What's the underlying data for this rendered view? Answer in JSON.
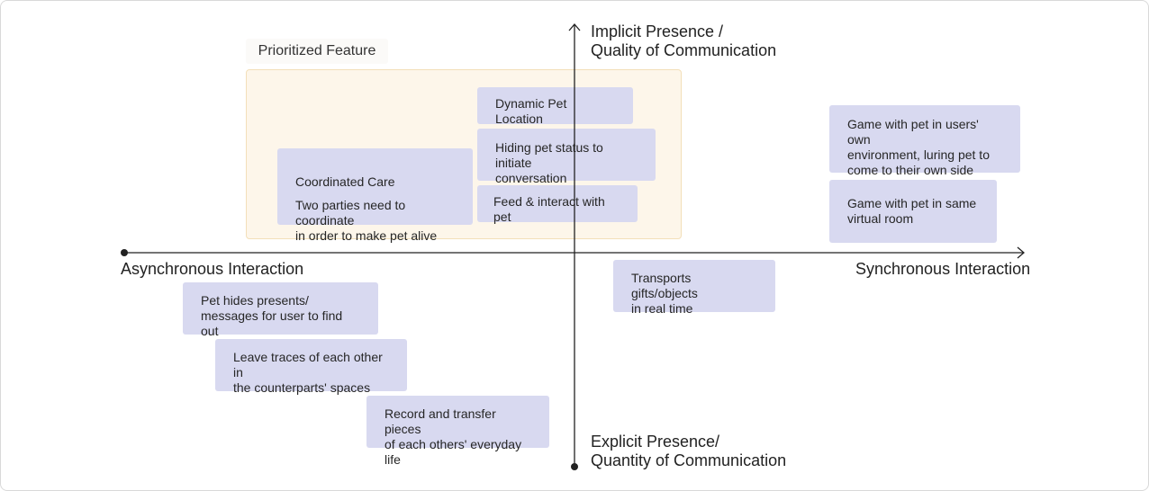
{
  "axes": {
    "top_label": "Implicit Presence /\nQuality of Communication",
    "bottom_label": "Explicit Presence/\nQuantity of Communication",
    "left_label": "Asynchronous Interaction",
    "right_label": "Synchronous Interaction"
  },
  "legend": {
    "prioritized_label": "Prioritized Feature"
  },
  "colors": {
    "card": "#d8d9f0",
    "highlight": "#fdf6ea",
    "axis": "#222222"
  },
  "cards": {
    "dynamic_pet_location": "Dynamic Pet Location",
    "hiding_pet_status": "Hiding pet status to initiate\nconversation",
    "feed_interact": "Feed & interact with pet",
    "coordinated_care_title": "Coordinated Care",
    "coordinated_care_desc": "Two parties need to coordinate\nin order to make pet alive",
    "game_own_environment": "Game with pet in users' own\nenvironment, luring pet to\ncome to their own side",
    "game_same_room": "Game with pet in same\nvirtual room",
    "transports_gifts": "Transports gifts/objects\nin real time",
    "pet_hides_presents": "Pet hides presents/\nmessages for user to find out",
    "leave_traces": "Leave traces of each other in\nthe counterparts' spaces",
    "record_transfer": "Record and transfer pieces\nof each others' everyday life"
  }
}
